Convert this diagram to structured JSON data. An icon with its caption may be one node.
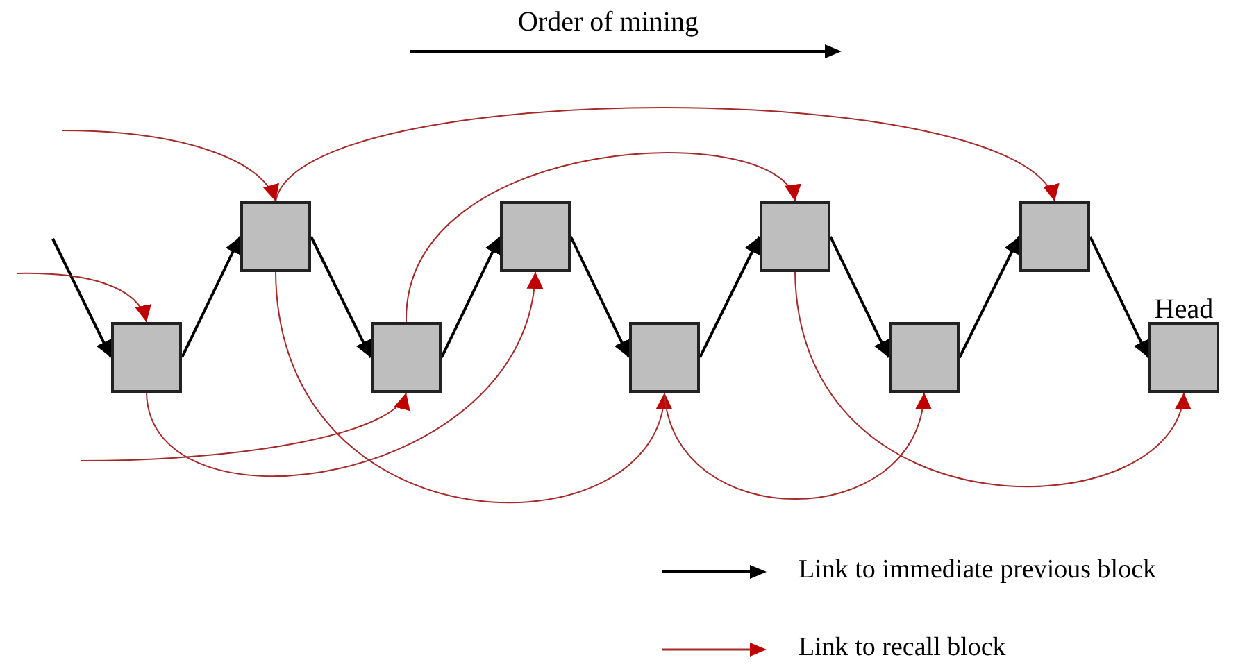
{
  "diagram": {
    "nodes": [
      {
        "text": [],
        "shape": "box"
      },
      {
        "text": [],
        "shape": "box"
      },
      {
        "text": [],
        "shape": "box"
      },
      {
        "text": [],
        "shape": "box"
      },
      {
        "text": [],
        "shape": "box"
      },
      {
        "text": [],
        "shape": "box"
      },
      {
        "text": [],
        "shape": "box"
      },
      {
        "text": [],
        "shape": "box"
      },
      {
        "text": [
          "Head"
        ]
      }
    ],
    "edges": [
      {
        "from": null,
        "to": 0,
        "arrow": "to"
      },
      {
        "from": 0,
        "to": 1,
        "arrow": "to"
      },
      {
        "from": 1,
        "to": 2,
        "arrow": "to"
      },
      {
        "from": 2,
        "to": 3,
        "arrow": "to"
      },
      {
        "from": 3,
        "to": 4,
        "arrow": "to"
      },
      {
        "from": 4,
        "to": 5,
        "arrow": "to"
      },
      {
        "from": 5,
        "to": 6,
        "arrow": "to"
      },
      {
        "from": 6,
        "to": 7,
        "arrow": "to"
      },
      {
        "from": 7,
        "to": 8,
        "arrow": "to"
      },
      {
        "from": null,
        "to": 1,
        "arrow": "to",
        "color": "#a52a2a"
      },
      {
        "from": null,
        "to": 0,
        "arrow": "to",
        "color": "#a52a2a"
      },
      {
        "from": null,
        "to": 2,
        "arrow": "to",
        "color": "#a52a2a"
      },
      {
        "from": 0,
        "to": 3,
        "arrow": "to",
        "color": "#a52a2a"
      },
      {
        "from": 1,
        "to": 7,
        "arrow": "to",
        "color": "#a52a2a"
      },
      {
        "from": 1,
        "to": 4,
        "arrow": "to",
        "color": "#a52a2a"
      },
      {
        "from": 2,
        "to": 5,
        "arrow": "to",
        "color": "#a52a2a"
      },
      {
        "from": 4,
        "to": 6,
        "arrow": "to",
        "color": "#a52a2a"
      },
      {
        "from": 5,
        "to": 8,
        "arrow": "to",
        "color": "#a52a2a"
      }
    ],
    "labels": [
      "Order of mining"
    ],
    "legend": [
      {
        "text": "Link to immediate previous block"
      },
      {
        "text": "Link to recall block"
      }
    ]
  }
}
